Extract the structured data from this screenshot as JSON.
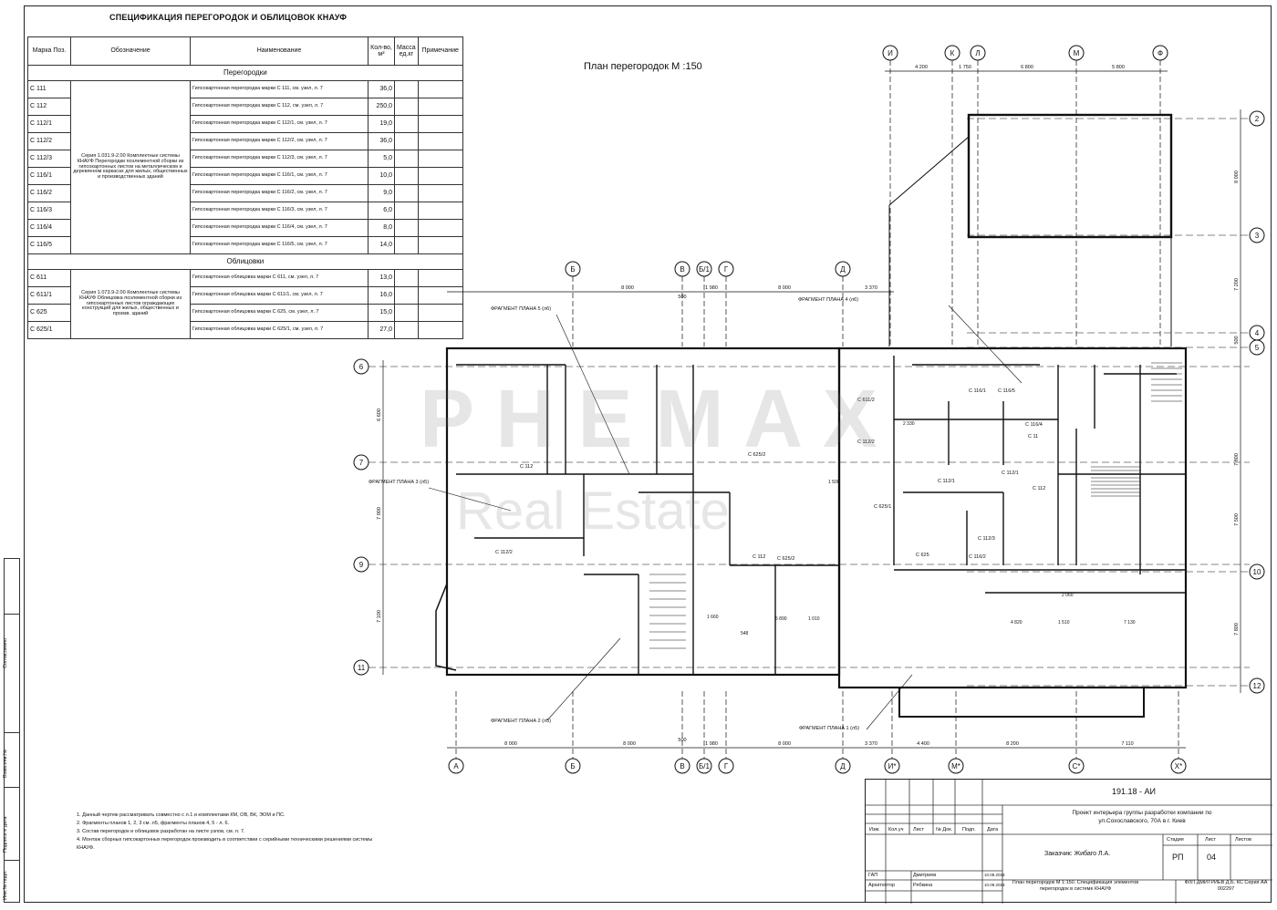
{
  "spec": {
    "title": "СПЕЦИФИКАЦИЯ ПЕРЕГОРОДОК И ОБЛИЦОВОК КНАУФ",
    "headers": [
      "Марка Поз.",
      "Обозначение",
      "Наименование",
      "Кол-во, м²",
      "Масса ед.кг",
      "Примечание"
    ],
    "section1": "Перегородки",
    "oboz1": "Серия 1.031.9-2.00 Комплектные системы КНАУФ Перегородки поэлементной сборки из гипсокартонных листов на металлическом и деревянном каркасах для жилых, общественных и производственных зданий",
    "rows1": [
      {
        "pos": "С 111",
        "name": "Гипсокартонная перегородка марки С 111, см. узел, л. 7",
        "qty": "36,0"
      },
      {
        "pos": "С 112",
        "name": "Гипсокартонная перегородка марки С 112, см. узел, л. 7",
        "qty": "250,0"
      },
      {
        "pos": "С 112/1",
        "name": "Гипсокартонная перегородка марки С 112/1, см. узел, л. 7",
        "qty": "19,0"
      },
      {
        "pos": "С 112/2",
        "name": "Гипсокартонная перегородка марки С 112/2, см. узел, л. 7",
        "qty": "36,0"
      },
      {
        "pos": "С 112/3",
        "name": "Гипсокартонная перегородка марки С 112/3, см. узел, л. 7",
        "qty": "5,0"
      },
      {
        "pos": "С 116/1",
        "name": "Гипсокартонная перегородка марки С 116/1, см. узел, л. 7",
        "qty": "10,0"
      },
      {
        "pos": "С 116/2",
        "name": "Гипсокартонная перегородка марки С 116/2, см. узел, л. 7",
        "qty": "9,0"
      },
      {
        "pos": "С 116/3",
        "name": "Гипсокартонная перегородка марки С 116/3, см. узел, л. 7",
        "qty": "6,0"
      },
      {
        "pos": "С 116/4",
        "name": "Гипсокартонная перегородка марки С 116/4, см. узел, л. 7",
        "qty": "8,0"
      },
      {
        "pos": "С 116/5",
        "name": "Гипсокартонная перегородка марки С 116/5, см. узел, л. 7",
        "qty": "14,0"
      }
    ],
    "section2": "Облицовки",
    "oboz2": "Серия 1.073.9-2.00 Комплектные системы КНАУФ Облицовка поэлементной сборки из гипсокартонных листов ограждающих конструкций для жилых, общественных и произв. зданий",
    "rows2": [
      {
        "pos": "С 611",
        "name": "Гипсокартонная облицовка марки С 611, см. узел, л. 7",
        "qty": "13,0"
      },
      {
        "pos": "С 611/1",
        "name": "Гипсокартонная облицовка марки С 611/1, см. узел, л. 7",
        "qty": "16,0"
      },
      {
        "pos": "С 625",
        "name": "Гипсокартонная облицовка марки С 625, см. узел, л. 7",
        "qty": "15,0"
      },
      {
        "pos": "С 625/1",
        "name": "Гипсокартонная облицовка марки С 625/1, см. узел, л. 7",
        "qty": "27,0"
      }
    ]
  },
  "plan": {
    "title": "План перегородок М :150",
    "axes_top": [
      "И",
      "К",
      "Л",
      "М",
      "Ф"
    ],
    "axes_top_dims": [
      "4 200",
      "1 750",
      "6 800",
      "5 800"
    ],
    "axes_mid": [
      "Б",
      "В",
      "Б/1",
      "Г",
      "Д"
    ],
    "axes_mid_dims": [
      "8 000",
      "1 980",
      "8 000",
      "3 370"
    ],
    "axes_mid_small": "500",
    "axes_bottom": [
      "А",
      "Б",
      "В",
      "Б/1",
      "Г",
      "Д",
      "И*",
      "М*",
      "С*",
      "Х*"
    ],
    "axes_bottom_dims": [
      "8 000",
      "8 000",
      "1 980",
      "8 000",
      "3 370",
      "4 400",
      "8 200",
      "7 110"
    ],
    "axes_bottom_small": "500",
    "axes_left": [
      "6",
      "7",
      "9",
      "11"
    ],
    "axes_left_dims": [
      "6 600",
      "7 000",
      "7 100"
    ],
    "axes_right": [
      "2",
      "3",
      "4",
      "5",
      "10",
      "12"
    ],
    "axes_right_dims": [
      "8 000",
      "7 200",
      "500",
      "7 800",
      "7 500",
      "7 800"
    ],
    "fragments": [
      "ФРАГМЕНТ ПЛАНА 5 (л6)",
      "ФРАГМЕНТ ПЛАНА 4 (л6)",
      "ФРАГМЕНТ ПЛАНА 3 (л5)",
      "ФРАГМЕНТ ПЛАНА 2 (л5)",
      "ФРАГМЕНТ ПЛАНА 1 (л5)"
    ],
    "marks": [
      "С 112",
      "С 112/2",
      "С 611/2",
      "С 112/2",
      "С 625/2",
      "С 112/1",
      "С 116/1",
      "С 116/5",
      "С 625/1",
      "С 116/2",
      "С 112/3",
      "С 112",
      "С 11",
      "С 116/4",
      "С 625",
      "С 625/2",
      "С 112",
      "С 112/1"
    ],
    "dims_inner": [
      "2 330",
      "1 660",
      "548",
      "5 890",
      "1 010",
      "4 820",
      "1 510",
      "7 130",
      "2 060",
      "1 500"
    ]
  },
  "notes": [
    "1. Данный чертеж рассматривать совместно с л.1 и комплектами КМ, ОВ, ВК, ЭОМ и ПС.",
    "2. Фрагменты планов 1, 2, 3 см. л5, фрагменты планов 4, 5 - л. 6.",
    "3. Состав перегородок и облицовок разработан на листе узлов, см. л. 7.",
    "4. Монтаж сборных гипсокартонных перегородок производить в соответствии с серийными техническими решениями системы КНАУФ."
  ],
  "side_labels": [
    "Согласовано",
    "Взам.инв.№",
    "Подпись и дата",
    "Инв.№ подл."
  ],
  "stamp": {
    "code": "191.18 - АИ",
    "project": "Проект интерьера группы разработки компании по ул.Сохославского, 70А в г. Киев",
    "customer": "Заказчик: Жибаго Л.А.",
    "headers": [
      "Изм.",
      "Кол.уч",
      "Лист",
      "№ Док.",
      "Подп.",
      "Дата"
    ],
    "stage_label": "Стадия",
    "sheet_label": "Лист",
    "sheets_label": "Листов",
    "stage": "РП",
    "sheet": "04",
    "gap_role": "ГАП",
    "gap_name": "Дмитриев",
    "arch_role": "Архитектор",
    "arch_name": "Рябкина",
    "date1": "10.09.2018",
    "date2": "10.09.2018",
    "drawing": "План перегородок М 1:150. Спецификация элементов перегородок в системе КНАУФ",
    "org": "ФЛП ДМИТРИЕВ Д.Б. КС Серия АА 002297"
  },
  "watermark": {
    "line1": "P H E M A X",
    "line2": "Real Estate"
  }
}
